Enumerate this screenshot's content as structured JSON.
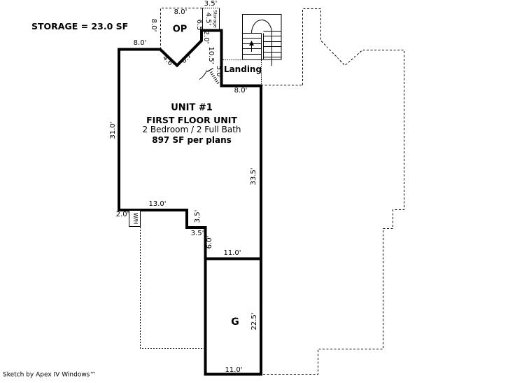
{
  "header": {
    "storage_note": "STORAGE = 23.0 SF"
  },
  "footer": {
    "credit": "Sketch by Apex IV Windows™"
  },
  "unit_info": {
    "name": "UNIT #1",
    "floor": "FIRST FLOOR UNIT",
    "rooms": "2 Bedroom / 2 Full Bath",
    "area": "897 SF per plans"
  },
  "rooms": {
    "open_porch": "OP",
    "storage": "Storage",
    "landing": "Landing",
    "garage": "G",
    "water_heater": "W/H"
  },
  "dims": {
    "storage_top": "3.5'",
    "op_top": "8.0'",
    "op_left": "8.0'",
    "op_right": "6.5'",
    "storage_right": "4.5'",
    "storage_wall": "2.0'",
    "op_diag_left": "4.6'",
    "op_diag_right": "6.7'",
    "unit_top": "8.0'",
    "stair_wall": "10.5'",
    "landing_left": "5.0'",
    "landing_bottom": "8.0'",
    "unit_left": "31.0'",
    "unit_right": "33.5'",
    "unit_bottom": "13.0'",
    "wh": "2.0'",
    "step_right_v": "3.5'",
    "step_bottom_h": "3.5'",
    "step_left_v": "6.0'",
    "garage_top": "11.0'",
    "garage_right": "22.5'",
    "garage_bottom": "11.0'"
  },
  "colors": {
    "line": "#000000",
    "bg": "#ffffff"
  }
}
